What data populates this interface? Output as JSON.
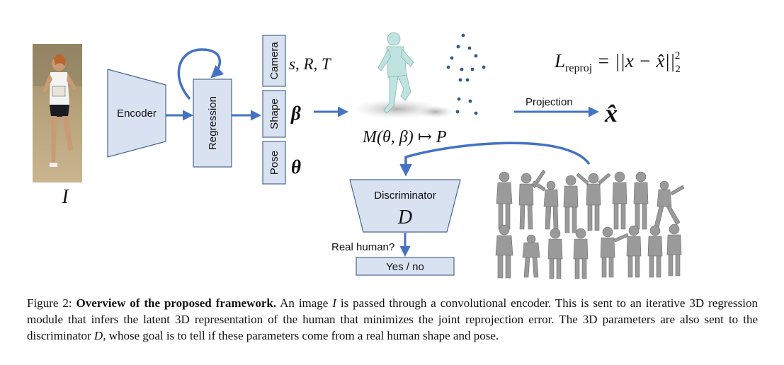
{
  "figure": {
    "input_symbol": "I",
    "encoder_label": "Encoder",
    "regression_label": "Regression",
    "camera_label": "Camera",
    "shape_label": "Shape",
    "pose_label": "Pose",
    "camera_params": "s, R, T",
    "shape_symbol": "β",
    "pose_symbol": "θ",
    "smpl_mapping": "M(θ, β) ↦ P",
    "loss_lhs": "L",
    "loss_sub": "reproj",
    "loss_rhs": " = ||x − x̂||",
    "loss_sub2": "2",
    "loss_sup2": "2",
    "projection_label": "Projection",
    "projected_symbol": "x̂",
    "discriminator_label": "Discriminator",
    "discriminator_symbol": "D",
    "real_human_label": "Real human?",
    "output_label": "Yes / no"
  },
  "caption": {
    "prefix": "Figure 2: ",
    "title": "Overview of the proposed framework.",
    "t1": " An image ",
    "sym_i": "I",
    "t2": " is passed through a convolutional encoder. This is sent to an iterative 3D regression module that infers the latent 3D representation of the human that minimizes the joint reprojection error. The 3D parameters are also sent to the discriminator ",
    "sym_d": "D",
    "t3": ", whose goal is to tell if these parameters come from a real human shape and pose."
  },
  "colors": {
    "box_fill": "#d9e2f1",
    "box_stroke": "#4a6690",
    "arrow": "#4472c4",
    "point": "#2f5c8f",
    "mesh": "#9a9a9a",
    "mesh_light": "#bfe3e1"
  }
}
